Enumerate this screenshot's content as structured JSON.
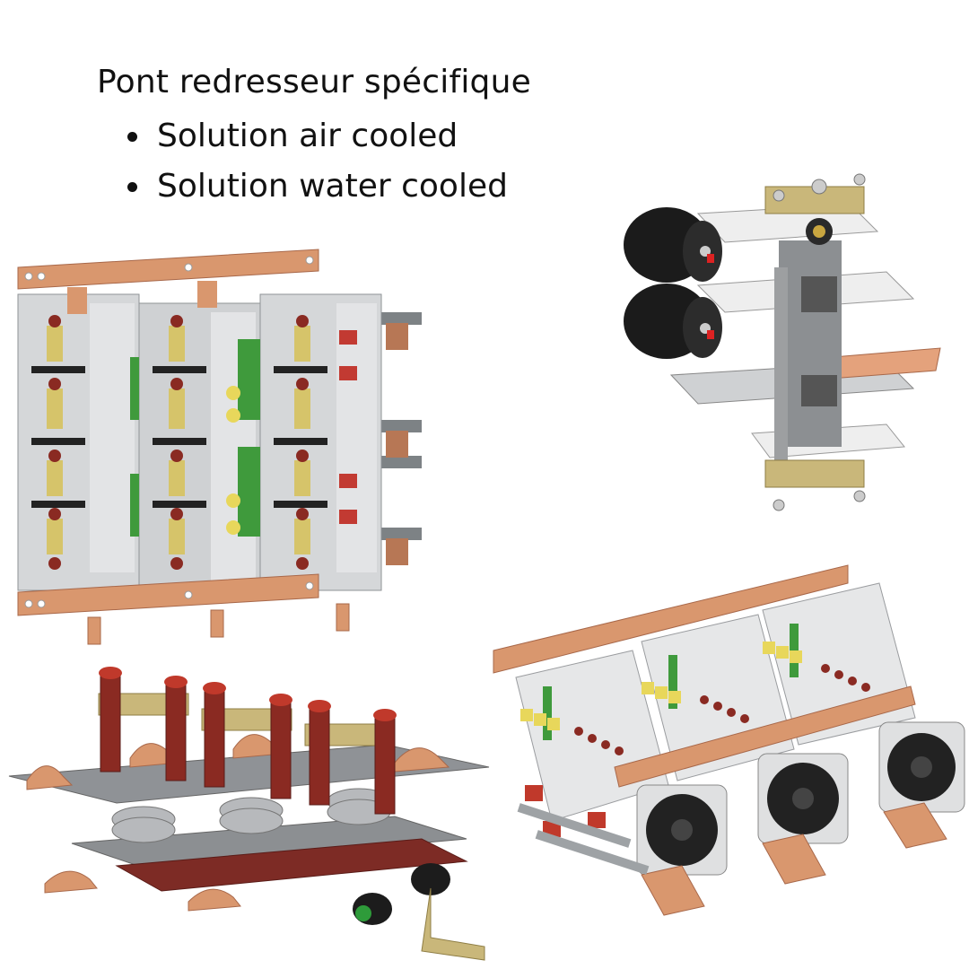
{
  "heading": "Pont redresseur spécifique",
  "bullets": [
    "Solution air cooled",
    "Solution water cooled"
  ],
  "colors": {
    "text": "#111111",
    "copper": "#d9976e",
    "aluminium": "#c9cbcd",
    "pcb_green": "#3f9a3c",
    "brass": "#c9b77a",
    "red_insulator": "#b5362f"
  },
  "products": [
    {
      "icon": "air-cooled-rectangular-rectifier-bridge"
    },
    {
      "icon": "water-cooled-stacked-thyristor-assembly"
    },
    {
      "icon": "water-cooled-clamped-diode-bridge"
    },
    {
      "icon": "air-cooled-fan-rectifier-bridge"
    }
  ]
}
